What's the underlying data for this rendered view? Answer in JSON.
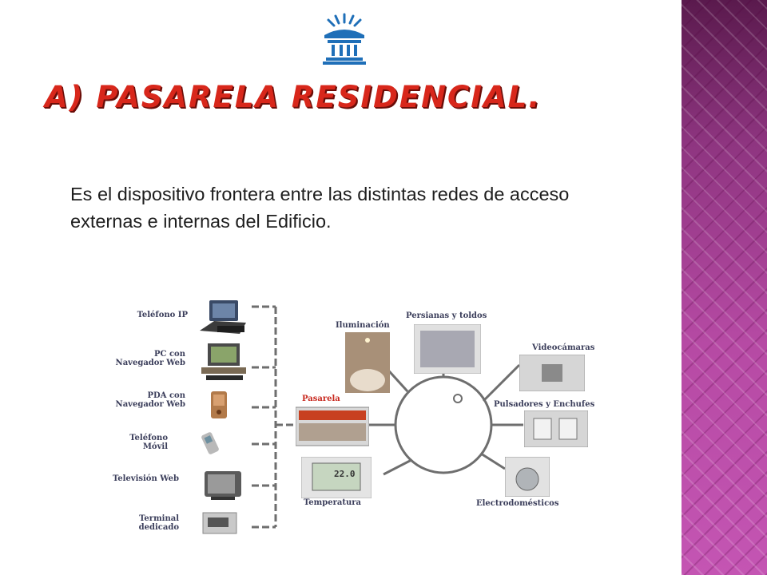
{
  "slide": {
    "title": "A) PASARELA RESIDENCIAL.",
    "body": "Es el dispositivo frontera entre las distintas redes de acceso externas e internas del Edificio."
  },
  "diagram": {
    "left_devices": [
      {
        "label": "Teléfono IP",
        "icon": "ip-phone-icon"
      },
      {
        "label": "PC con Navegador Web",
        "icon": "pc-icon"
      },
      {
        "label": "PDA con Navegador Web",
        "icon": "pda-icon"
      },
      {
        "label": "Teléfono Móvil",
        "icon": "mobile-phone-icon"
      },
      {
        "label": "Televisión Web",
        "icon": "tv-icon"
      },
      {
        "label": "Terminal dedicado",
        "icon": "terminal-icon"
      }
    ],
    "gateway_label": "Pasarela",
    "top_devices": [
      {
        "label": "Iluminación",
        "icon": "light-icon"
      },
      {
        "label": "Persianas y toldos",
        "icon": "blinds-icon"
      }
    ],
    "right_devices": [
      {
        "label": "Videocámaras",
        "icon": "camera-icon"
      },
      {
        "label": "Pulsadores y Enchufes",
        "icon": "switch-icon"
      },
      {
        "label": "Electrodomésticos",
        "icon": "washer-icon"
      }
    ],
    "thermostat_label": "Temperatura",
    "thermostat_display": "22.0"
  },
  "colors": {
    "title": "#d8271b",
    "accent_band": "#b4479e",
    "diagram_lines": "#6e6e6e"
  }
}
